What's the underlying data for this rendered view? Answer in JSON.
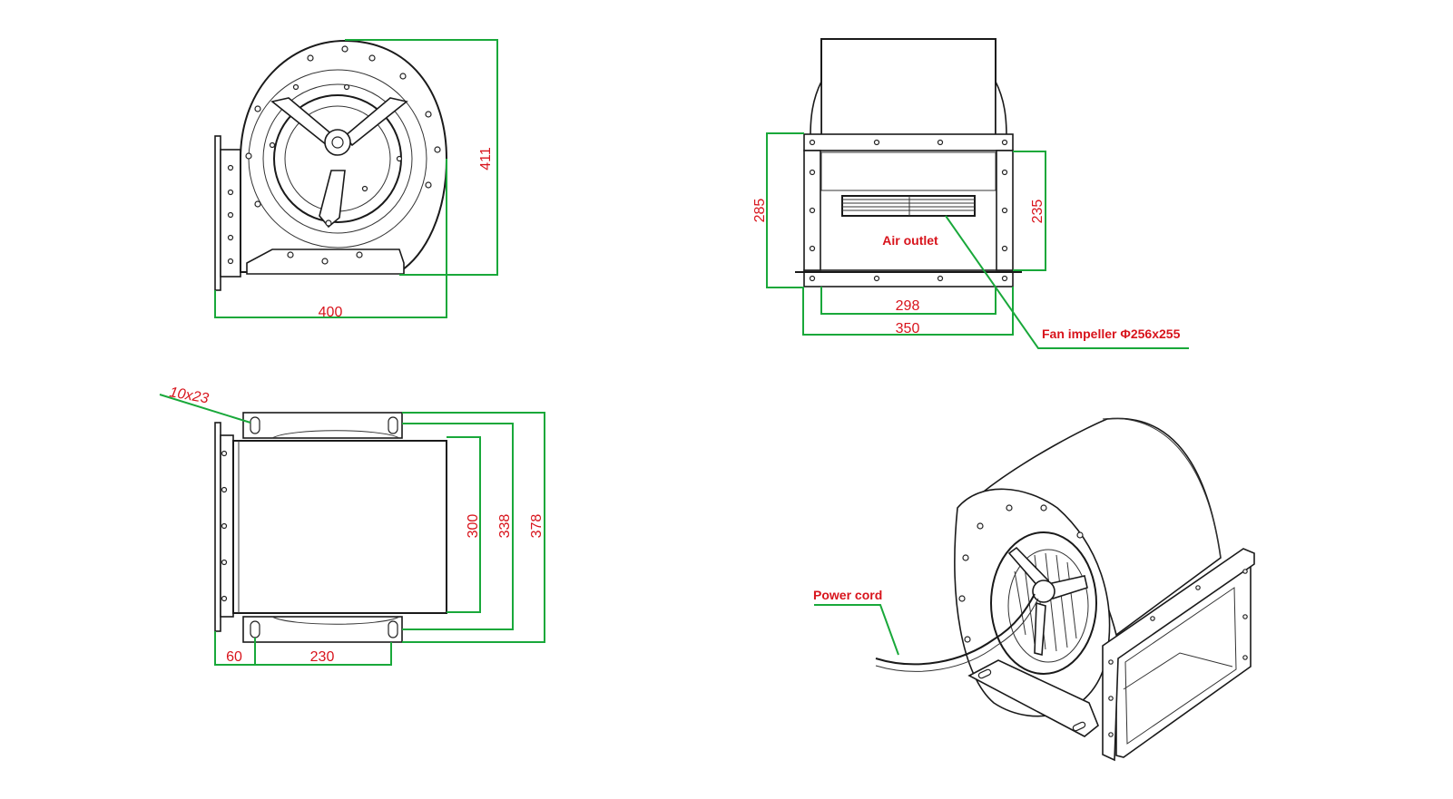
{
  "side_view": {
    "height_dim": "411",
    "width_dim": "400"
  },
  "front_view": {
    "height_left_dim": "285",
    "height_right_dim": "235",
    "inner_width_dim": "298",
    "outer_width_dim": "350",
    "air_outlet_label": "Air outlet",
    "impeller_label": "Fan impeller Φ256x255"
  },
  "top_view": {
    "slot_label": "10x23",
    "dim_300": "300",
    "dim_338": "338",
    "dim_378": "378",
    "dim_60": "60",
    "dim_230": "230"
  },
  "iso_view": {
    "power_cord_label": "Power cord"
  },
  "colors": {
    "dimension_line": "#19a83a",
    "dimension_text": "#d8141c",
    "outline": "#1a1a1a"
  }
}
